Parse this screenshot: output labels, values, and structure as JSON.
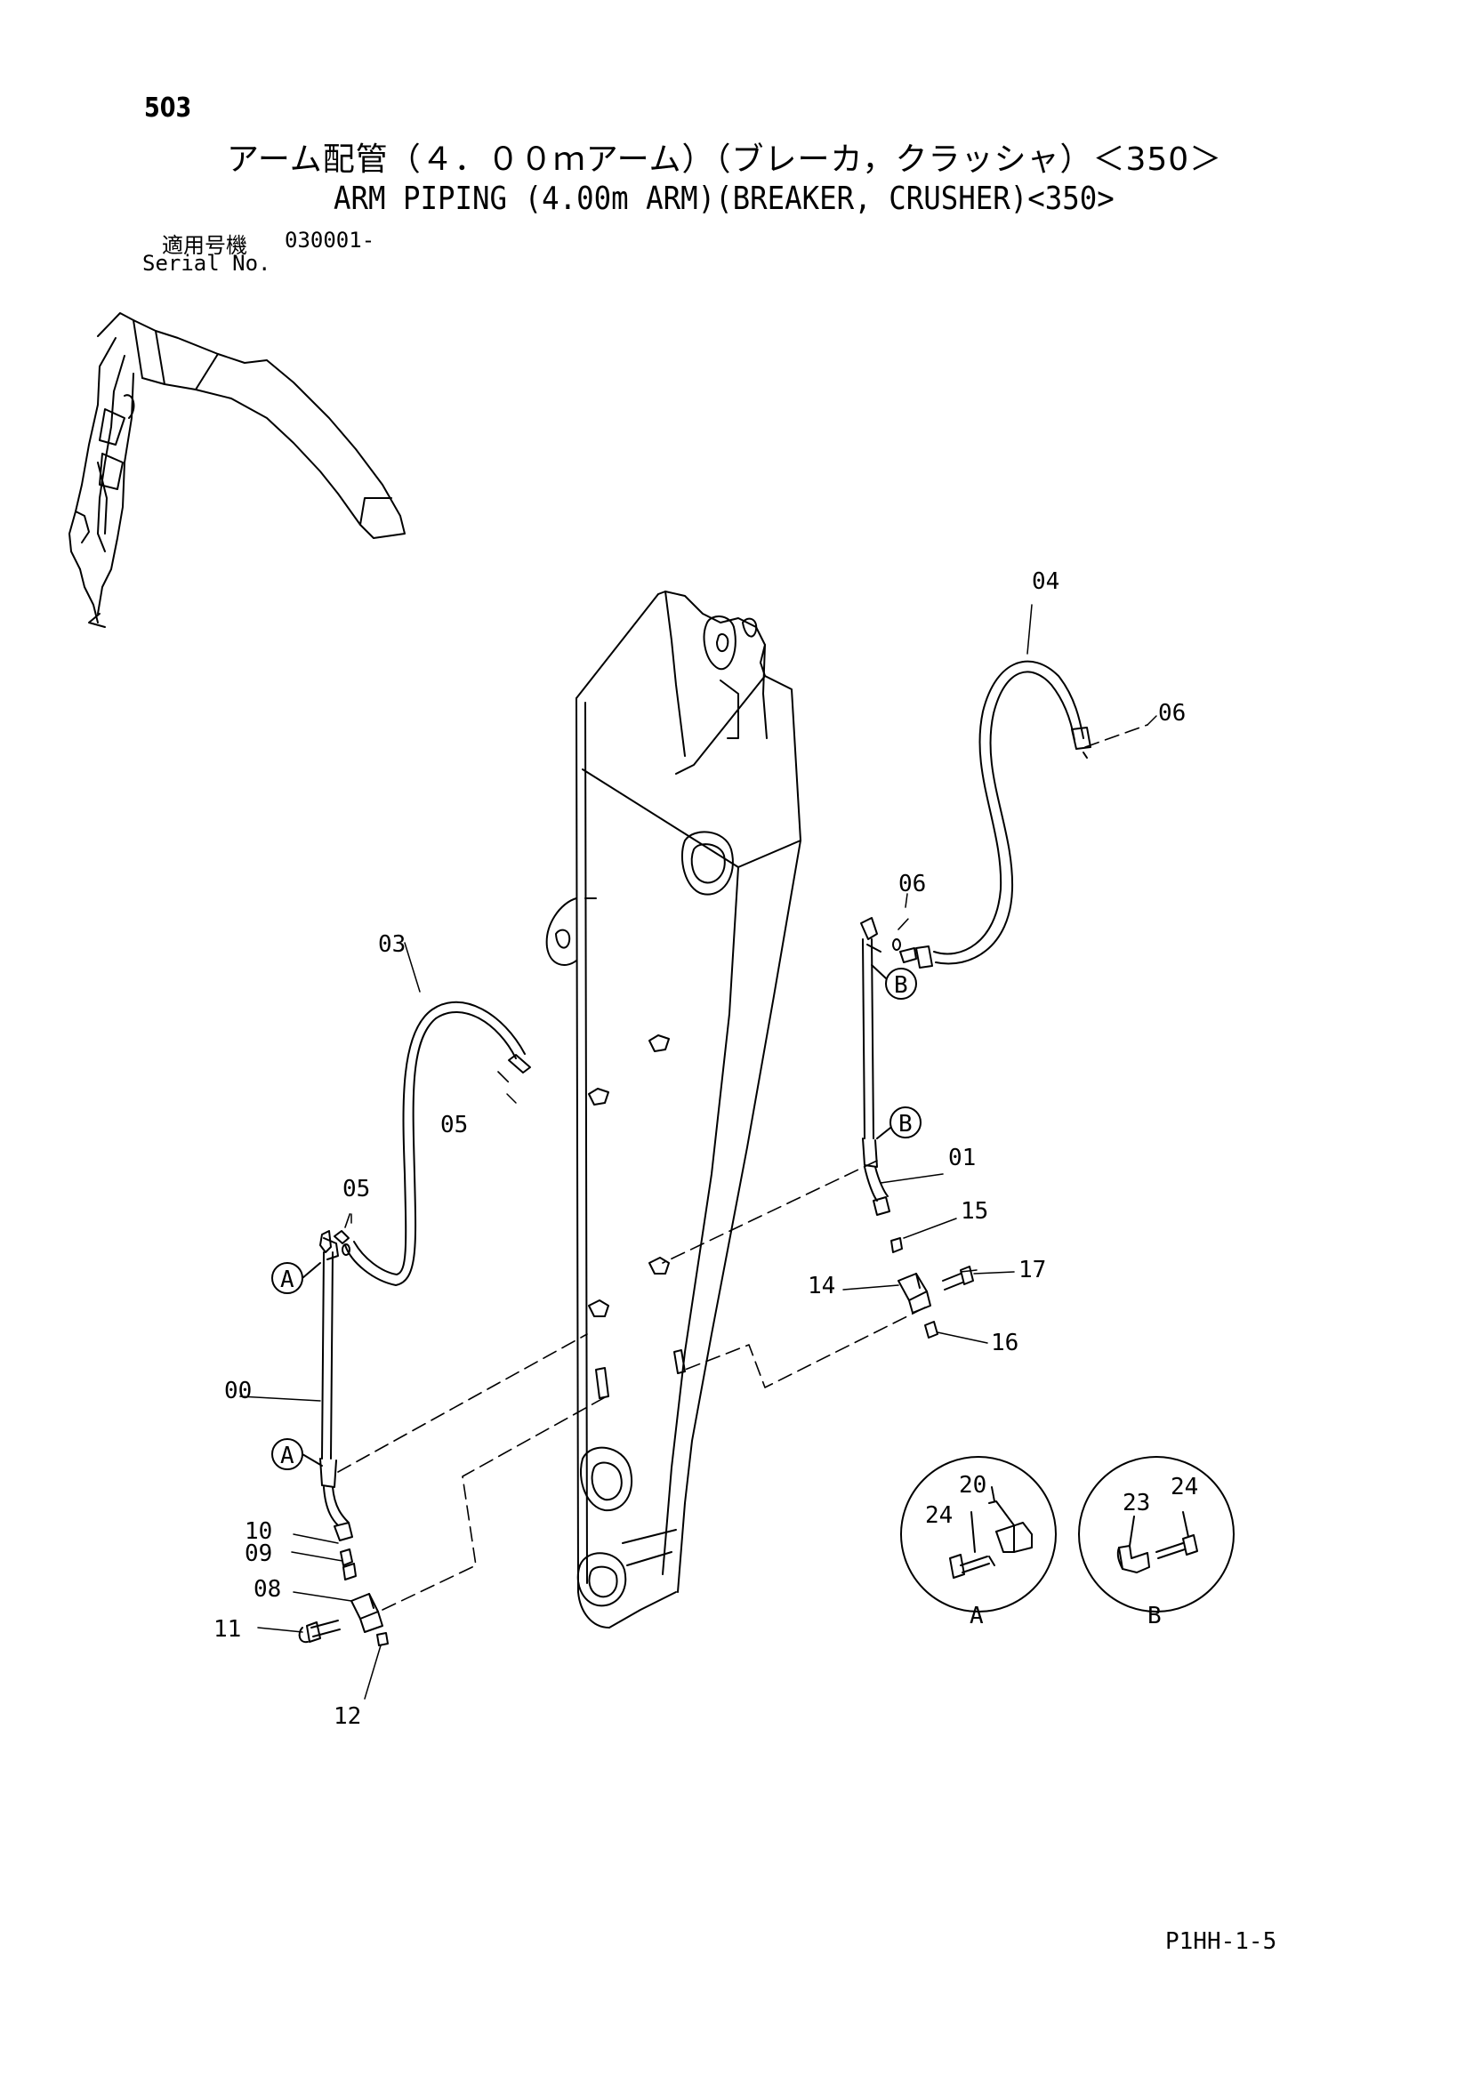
{
  "header": {
    "page_number": "503",
    "title_jp": "アーム配管（４．００ｍアーム）（ブレーカ，クラッシャ）＜350＞",
    "title_en": "ARM PIPING (4.00m ARM)(BREAKER, CRUSHER)<350>",
    "serial_label_jp": "適用号機",
    "serial_value": "030001-",
    "serial_label_en": "Serial No."
  },
  "callouts": {
    "c00": "00",
    "c01": "01",
    "c03": "03",
    "c04": "04",
    "c05a": "05",
    "c05b": "05",
    "c06a": "06",
    "c06b": "06",
    "c08": "08",
    "c09": "09",
    "c10": "10",
    "c11": "11",
    "c12": "12",
    "c14": "14",
    "c15": "15",
    "c16": "16",
    "c17": "17",
    "c20": "20",
    "c23": "23",
    "c24a": "24",
    "c24b": "24"
  },
  "markers": {
    "a1": "A",
    "a2": "A",
    "b1": "B",
    "b2": "B"
  },
  "details": {
    "a_label": "A",
    "b_label": "B"
  },
  "footer": {
    "page_code": "P1HH-1-5"
  }
}
